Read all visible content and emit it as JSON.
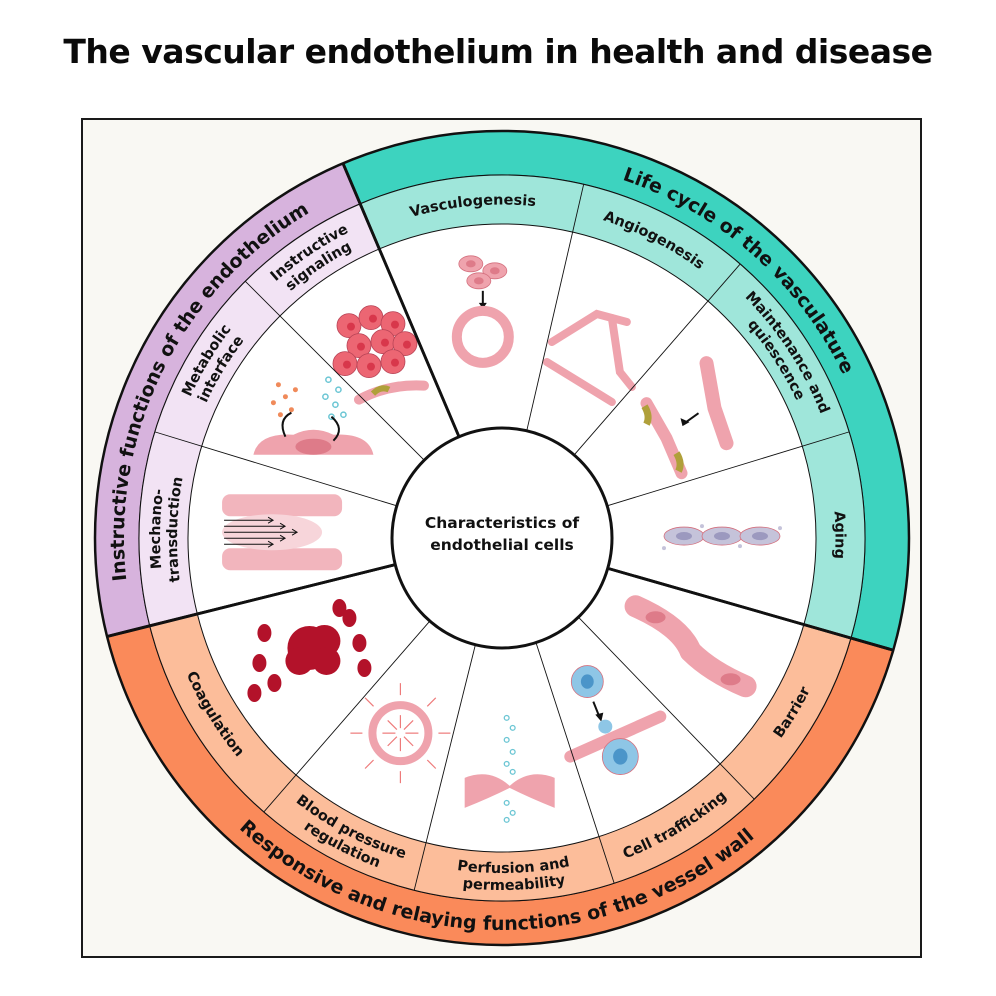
{
  "title": "The vascular endothelium in health and disease",
  "center": {
    "line1": "Characteristics of",
    "line2": "endothelial cells"
  },
  "colors": {
    "background": "#f9f8f3",
    "purple_outer": "#d7b3dd",
    "purple_inner": "#f2e3f4",
    "teal_outer": "#3dd3bf",
    "teal_inner": "#9fe6da",
    "orange_outer": "#fa8a5a",
    "orange_inner": "#fcbd9a",
    "cell_pink": "#efa3ad",
    "cell_red": "#b3122a",
    "cell_blue": "#8ec6e6",
    "aging_gray": "#c5c3da"
  },
  "groups": [
    {
      "id": "instructive",
      "label": "Instructive functions of the endothelium",
      "color_key": "purple",
      "segments": [
        {
          "label_lines": [
            "Mechano-",
            "transduction"
          ],
          "icon": "shear-flow-icon"
        },
        {
          "label_lines": [
            "Metabolic",
            "interface"
          ],
          "icon": "metabolite-exchange-icon"
        },
        {
          "label_lines": [
            "Instructive",
            "signaling"
          ],
          "icon": "paracrine-signaling-icon"
        }
      ]
    },
    {
      "id": "lifecycle",
      "label": "Life cycle of the vasculature",
      "color_key": "teal",
      "segments": [
        {
          "label_lines": [
            "Vasculogenesis"
          ],
          "icon": "vessel-formation-icon"
        },
        {
          "label_lines": [
            "Angiogenesis"
          ],
          "icon": "sprouting-vessel-icon"
        },
        {
          "label_lines": [
            "Maintenance and",
            "quiescence"
          ],
          "icon": "pericyte-coverage-icon"
        },
        {
          "label_lines": [
            "Aging"
          ],
          "icon": "senescent-cells-icon"
        }
      ]
    },
    {
      "id": "responsive",
      "label": "Responsive and relaying functions of the vessel wall",
      "color_key": "orange",
      "segments": [
        {
          "label_lines": [
            "Barrier"
          ],
          "icon": "cell-junction-icon"
        },
        {
          "label_lines": [
            "Cell trafficking"
          ],
          "icon": "leukocyte-transmigration-icon"
        },
        {
          "label_lines": [
            "Perfusion and",
            "permeability"
          ],
          "icon": "leaky-junction-icon"
        },
        {
          "label_lines": [
            "Blood pressure",
            "regulation"
          ],
          "icon": "pressure-vessel-icon"
        },
        {
          "label_lines": [
            "Coagulation"
          ],
          "icon": "blood-clot-icon"
        }
      ]
    }
  ]
}
